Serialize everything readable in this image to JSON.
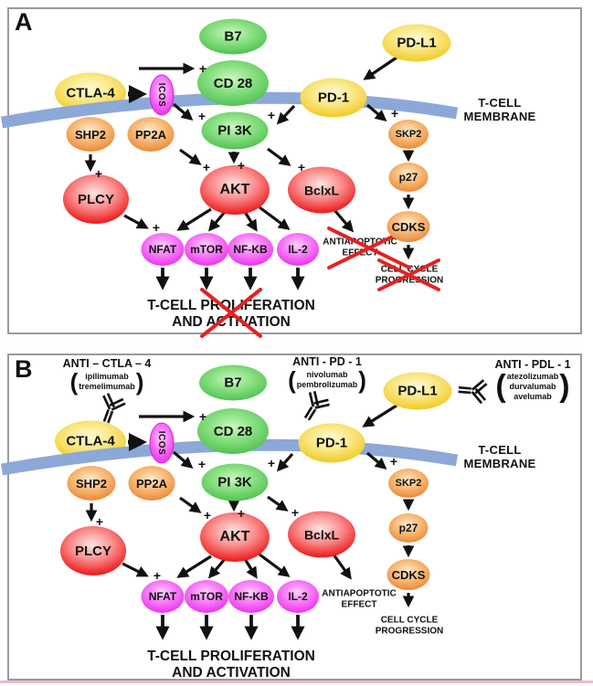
{
  "figure": {
    "symbols": {
      "plus": "+",
      "paren_open": "(",
      "paren_close": ")"
    },
    "panel_a": {
      "label": "A",
      "membrane": {
        "line1": "T-CELL",
        "line2": "MEMBRANE"
      },
      "nodes": {
        "b7": "B7",
        "cd28": "CD 28",
        "ctla4": "CTLA-4",
        "icos": "ICOS",
        "pd1": "PD-1",
        "pdl1": "PD-L1",
        "shp2": "SHP2",
        "pp2a": "PP2A",
        "pi3k": "PI 3K",
        "skp2": "SKP2",
        "p27": "p27",
        "cdks": "CDKS",
        "plcy": "PLCY",
        "akt": "AKT",
        "bclxl": "BclxL",
        "nfat": "NFAT",
        "mtor": "mTOR",
        "nfkb": "NF-KB",
        "il2": "IL-2"
      },
      "outcomes": {
        "antiapoptotic1": "ANTIAPOPTOTIC",
        "antiapoptotic2": "EFFECT",
        "cellcycle1": "CELL CYCLE",
        "cellcycle2": "PROGRESSION",
        "proliferation1": "T-CELL PROLIFERATION",
        "proliferation2": "AND ACTIVATION"
      }
    },
    "panel_b": {
      "label": "B",
      "membrane": {
        "line1": "T-CELL",
        "line2": "MEMBRANE"
      },
      "inhibitors": {
        "ctla4": {
          "title": "ANTI – CTLA – 4",
          "drugs": [
            "ipilimumab",
            "tremelimumab"
          ]
        },
        "pd1": {
          "title": "ANTI - PD - 1",
          "drugs": [
            "nivolumab",
            "pembrolizumab"
          ]
        },
        "pdl1": {
          "title": "ANTI - PDL - 1",
          "drugs": [
            "atezolizumab",
            "durvalumab",
            "avelumab"
          ]
        }
      },
      "nodes": {
        "b7": "B7",
        "cd28": "CD 28",
        "ctla4": "CTLA-4",
        "icos": "ICOS",
        "pd1": "PD-1",
        "pdl1": "PD-L1",
        "shp2": "SHP2",
        "pp2a": "PP2A",
        "pi3k": "PI 3K",
        "skp2": "SKP2",
        "p27": "p27",
        "cdks": "CDKS",
        "plcy": "PLCY",
        "akt": "AKT",
        "bclxl": "BclxL",
        "nfat": "NFAT",
        "mtor": "mTOR",
        "nfkb": "NF-KB",
        "il2": "IL-2"
      },
      "outcomes": {
        "antiapoptotic1": "ANTIAPOPTOTIC",
        "antiapoptotic2": "EFFECT",
        "cellcycle1": "CELL CYCLE",
        "cellcycle2": "PROGRESSION",
        "proliferation1": "T-CELL PROLIFERATION",
        "proliferation2": "AND ACTIVATION"
      }
    }
  }
}
